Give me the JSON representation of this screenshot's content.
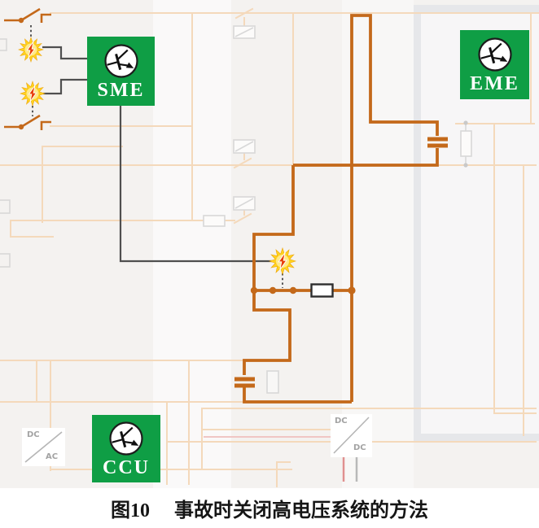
{
  "figure": {
    "label": "图10",
    "title": "事故时关闭高电压系统的方法"
  },
  "modules": [
    {
      "id": "sme",
      "label": "SME"
    },
    {
      "id": "eme",
      "label": "EME"
    },
    {
      "id": "ccu",
      "label": "CCU"
    }
  ],
  "converters": {
    "dcdc_top": "DC",
    "dcdc_bottom": "DC",
    "dcac_top": "DC",
    "dcac_bottom": "AC"
  },
  "icons": {
    "spark": "lightning-burst-icon",
    "transistor": "npn-transistor-circle-icon",
    "switch": "disconnect-switch-icon",
    "capacitor": "capacitor-symbol",
    "resistor": "resistor-symbol",
    "junction": "junction-dot"
  },
  "colors": {
    "accent_orange": "#c4691a",
    "module_green": "#0f9e45",
    "bolt_yellow": "#ffd21f",
    "bolt_red": "#e83b00",
    "faint_orange": "#f4d9bb",
    "wire_gray": "#4f4f4f",
    "caption_color": "#151515"
  }
}
